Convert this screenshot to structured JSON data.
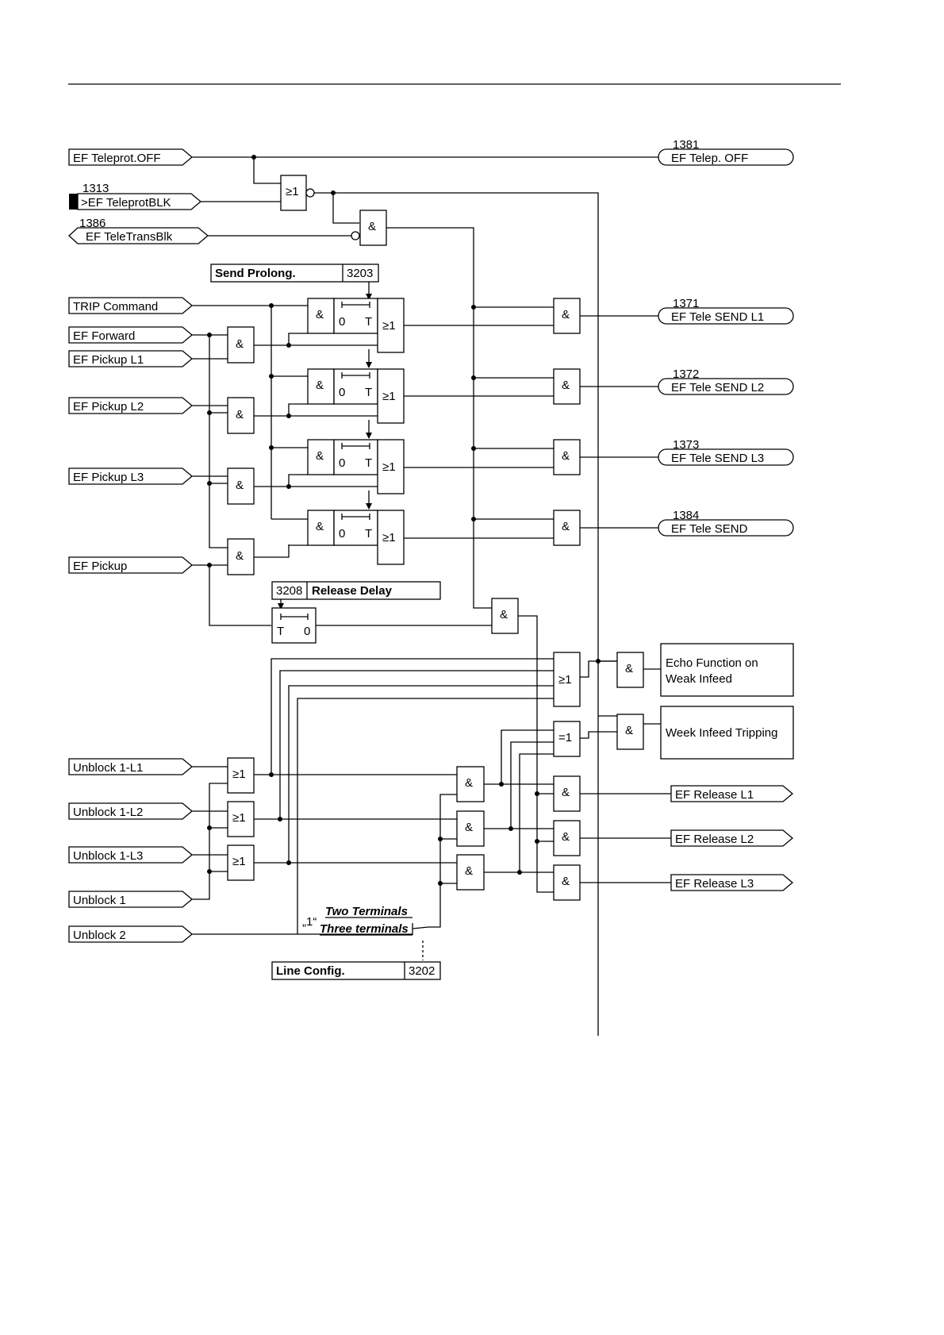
{
  "inputs": {
    "ef_teleprot_off": "EF Teleprot.OFF",
    "ef_teleprot_blk": ">EF TeleprotBLK",
    "ef_teleprot_blk_no": "1313",
    "ef_teletransblk": "EF TeleTransBlk",
    "ef_teletransblk_no": "1386",
    "trip_command": "TRIP Command",
    "ef_forward": "EF Forward",
    "ef_pickup_l1": "EF Pickup L1",
    "ef_pickup_l2": "EF Pickup L2",
    "ef_pickup_l3": "EF Pickup L3",
    "ef_pickup": "EF Pickup",
    "unblock_1_l1": "Unblock 1-L1",
    "unblock_1_l2": "Unblock 1-L2",
    "unblock_1_l3": "Unblock 1-L3",
    "unblock_1": "Unblock 1",
    "unblock_2": "Unblock 2"
  },
  "outputs": {
    "ef_telep_off": "EF Telep. OFF",
    "ef_telep_off_no": "1381",
    "send_l1": "EF Tele SEND L1",
    "send_l1_no": "1371",
    "send_l2": "EF Tele SEND L2",
    "send_l2_no": "1372",
    "send_l3": "EF Tele SEND L3",
    "send_l3_no": "1373",
    "send": "EF Tele SEND",
    "send_no": "1384",
    "release_l1": "EF Release L1",
    "release_l2": "EF Release L2",
    "release_l3": "EF Release L3",
    "echo_line1": "Echo Function on",
    "echo_line2": "Weak Infeed",
    "weak_infeed_trip": "Week Infeed Tripping"
  },
  "settings": {
    "send_prolong": "Send Prolong.",
    "send_prolong_no": "3203",
    "release_delay": "Release Delay",
    "release_delay_no": "3208",
    "line_config": "Line Config.",
    "line_config_no": "3202",
    "option_value": "„1“",
    "option_two": "Two Terminals",
    "option_three": "Three terminals"
  },
  "gates": {
    "and": "&",
    "or": "≥1",
    "xor": "=1",
    "timer_zero": "0",
    "timer_t": "T"
  }
}
